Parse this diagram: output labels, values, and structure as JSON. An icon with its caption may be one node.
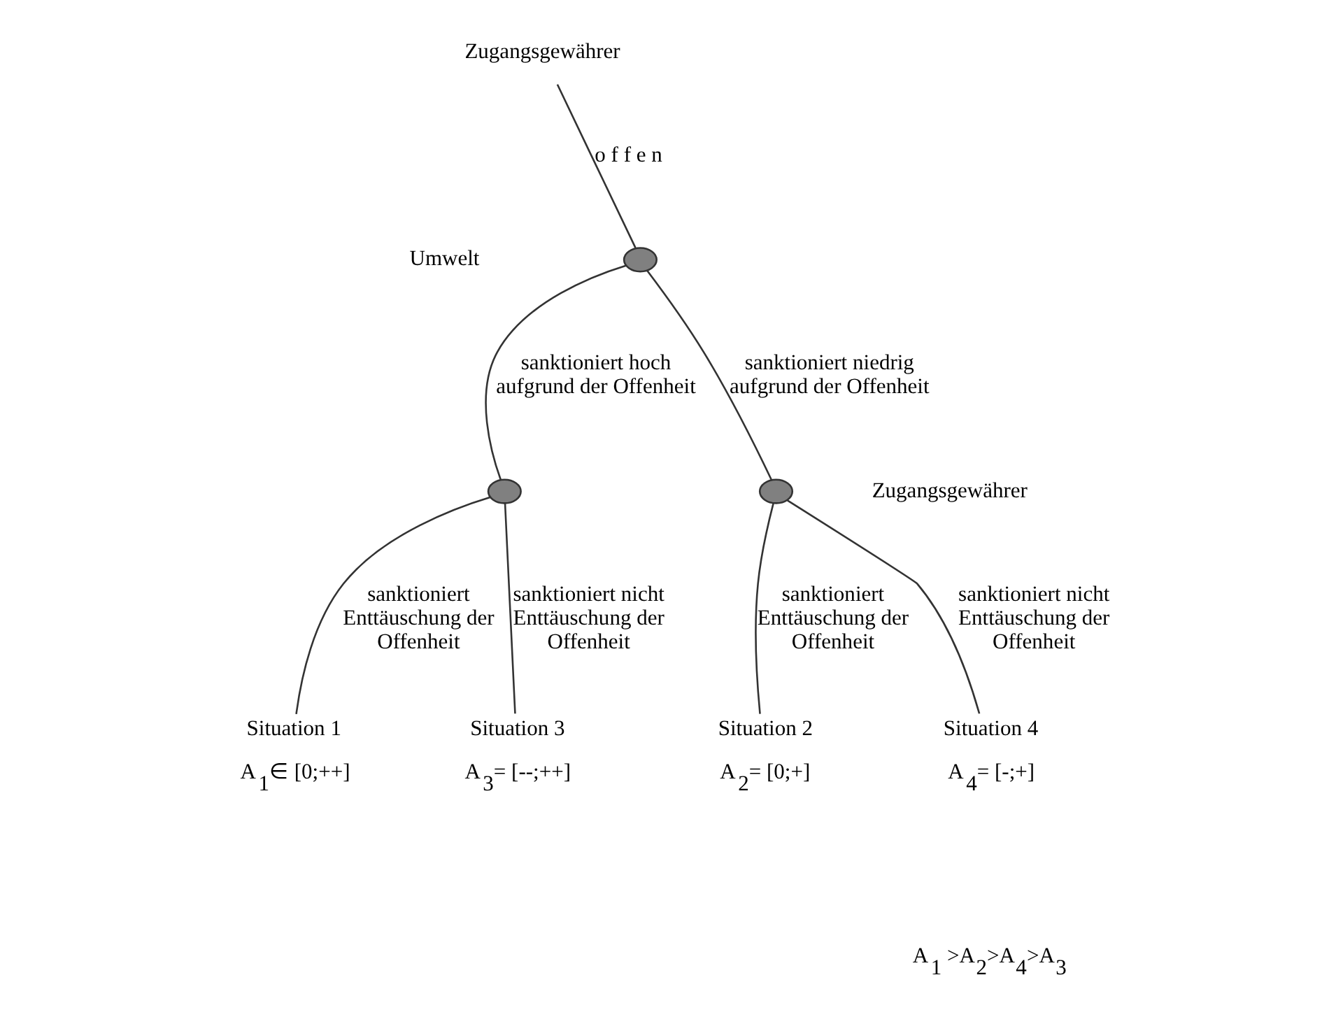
{
  "diagram": {
    "nodes": [
      {
        "text": [
          "Zugangsgewährer"
        ]
      },
      {
        "text": [],
        "shape": "ellipse"
      },
      {
        "text": [],
        "shape": "ellipse"
      },
      {
        "text": [],
        "shape": "ellipse"
      },
      {
        "text": [
          "Situation 1"
        ],
        "beside": [
          "A$_{1}$∈ [0;++]"
        ]
      },
      {
        "text": [
          "Situation 3"
        ],
        "beside": [
          "A$_{3}$= [--;++]"
        ]
      },
      {
        "text": [
          "Situation 2"
        ],
        "beside": [
          "A$_{2}$= [0;+]"
        ]
      },
      {
        "text": [
          "Situation 4"
        ],
        "beside": [
          "A$_{4}$= [-;+]"
        ]
      }
    ],
    "edges": [
      {
        "from": 0,
        "to": 1,
        "arrow": "none",
        "label": "o f f e n"
      },
      {
        "from": 1,
        "to": 2,
        "arrow": "none",
        "label": "sanktioniert hoch aufgrund der Offenheit"
      },
      {
        "from": 1,
        "to": 3,
        "arrow": "none",
        "label": "sanktioniert niedrig aufgrund der Offenheit"
      },
      {
        "from": 2,
        "to": 4,
        "arrow": "none",
        "label": "sanktioniert Enttäuschung der Offenheit"
      },
      {
        "from": 2,
        "to": 5,
        "arrow": "none",
        "label": "sanktioniert nicht Enttäuschung der Offenheit"
      },
      {
        "from": 3,
        "to": 6,
        "arrow": "none",
        "label": "sanktioniert Enttäuschung der Offenheit"
      },
      {
        "from": 3,
        "to": 7,
        "arrow": "none",
        "label": "sanktioniert nicht Enttäuschung der Offenheit"
      }
    ],
    "labels": [
      "Umwelt",
      "Zugangsgewährer",
      "A$_{1}$ >A$_{2}$>A$_{4}$>A$_{3}$"
    ]
  }
}
